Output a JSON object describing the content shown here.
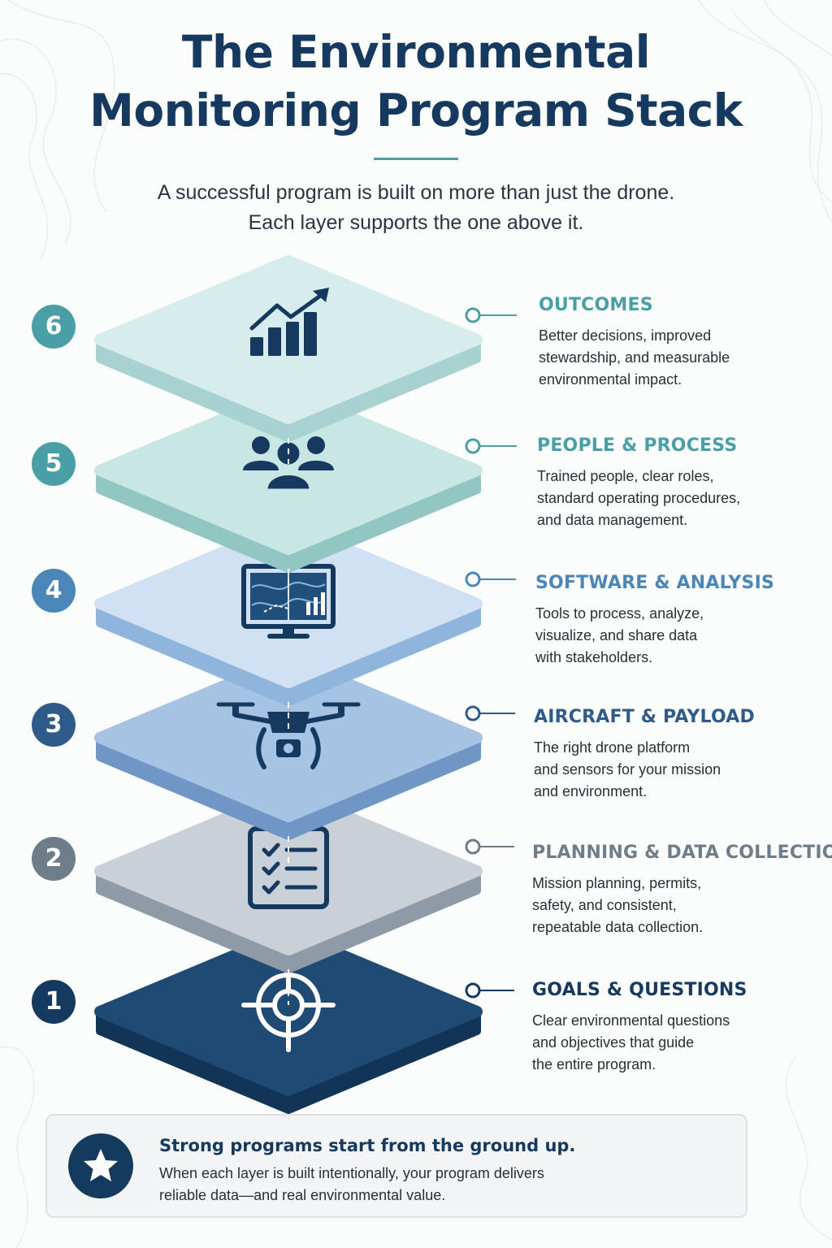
{
  "header": {
    "title_line1": "The Environmental",
    "title_line2": "Monitoring Program Stack",
    "subtitle_line1": "A successful program is built on more than just the drone.",
    "subtitle_line2": "Each layer supports the one above it."
  },
  "layers": [
    {
      "number": "6",
      "title": "OUTCOMES",
      "desc": [
        "Better decisions, improved",
        "stewardship, and measurable",
        "environmental impact."
      ],
      "icon": "growth-chart-icon",
      "color": "#4a9fa6",
      "slab_top": "#d7ecec",
      "slab_side": "#a8d2d1"
    },
    {
      "number": "5",
      "title": "PEOPLE & PROCESS",
      "desc": [
        "Trained people, clear roles,",
        "standard operating procedures,",
        "and data management."
      ],
      "icon": "people-group-icon",
      "color": "#4a9fa6",
      "slab_top": "#c8e6e3",
      "slab_side": "#92c6c2"
    },
    {
      "number": "4",
      "title": "SOFTWARE & ANALYSIS",
      "desc": [
        "Tools to process, analyze,",
        "visualize, and share data",
        "with stakeholders."
      ],
      "icon": "monitor-map-icon",
      "color": "#4b86b8",
      "slab_top": "#cfe1f2",
      "slab_side": "#8fb5dc"
    },
    {
      "number": "3",
      "title": "AIRCRAFT & PAYLOAD",
      "desc": [
        "The right drone platform",
        "and sensors for your mission",
        "and environment."
      ],
      "icon": "drone-camera-icon",
      "color": "#2e5b8a",
      "slab_top": "#a6c3e3",
      "slab_side": "#6f96c4"
    },
    {
      "number": "2",
      "title": "PLANNING & DATA COLLECTION",
      "desc": [
        "Mission planning, permits,",
        "safety, and consistent,",
        "repeatable data collection."
      ],
      "icon": "clipboard-checklist-icon",
      "color": "#6f7c8a",
      "slab_top": "#c9d0d8",
      "slab_side": "#8f9aa7"
    },
    {
      "number": "1",
      "title": "GOALS & QUESTIONS",
      "desc": [
        "Clear environmental questions",
        "and objectives that guide",
        "the entire program."
      ],
      "icon": "target-crosshair-icon",
      "color": "#163a5f",
      "slab_top": "#1e4a74",
      "slab_side": "#123557"
    }
  ],
  "footer": {
    "headline": "Strong programs start from the ground up.",
    "body_line1": "When each layer is built intentionally, your program delivers",
    "body_line2": "reliable data—and real environmental value.",
    "icon": "star-icon"
  },
  "colors": {
    "title": "#163a5f",
    "accent_rule": "#4a9fa6",
    "dashed_line": "#ffffff"
  }
}
